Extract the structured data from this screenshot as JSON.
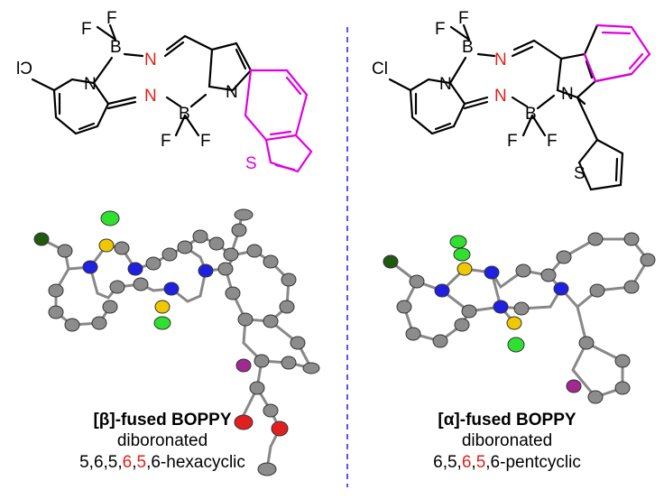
{
  "colors": {
    "bond": "#000000",
    "nitrogen_label": "#e0201a",
    "thiophene": "#e000e0",
    "divider": "#1a1aff",
    "atom_carbon": "#8c8c8c",
    "atom_nitrogen": "#2020e0",
    "atom_boron": "#f0c800",
    "atom_fluorine": "#30e030",
    "atom_chlorine": "#205a10",
    "atom_sulfur": "#a02a90",
    "atom_oxygen": "#e02020"
  },
  "left_panel": {
    "structure_labels": {
      "cl": "Cl",
      "f1": "F",
      "f2": "F",
      "f3": "F",
      "f4": "F",
      "b1": "B",
      "b2": "B",
      "n1": "N",
      "n2": "N",
      "n3": "N",
      "n4": "N",
      "s": "S"
    },
    "caption": {
      "title": "[β]-fused BOPPY",
      "line1": "diboronated",
      "line2_parts": [
        {
          "text": "5,6,5,",
          "color": "#000000"
        },
        {
          "text": "6",
          "color": "#e0201a"
        },
        {
          "text": ",",
          "color": "#000000"
        },
        {
          "text": "5",
          "color": "#e0201a"
        },
        {
          "text": ",6-hexacyclic",
          "color": "#000000"
        }
      ]
    }
  },
  "right_panel": {
    "structure_labels": {
      "cl": "Cl",
      "f1": "F",
      "f2": "F",
      "f3": "F",
      "f4": "F",
      "b1": "B",
      "b2": "B",
      "n1": "N",
      "n2": "N",
      "n3": "N",
      "n4": "N",
      "s": "S"
    },
    "caption": {
      "title": "[α]-fused BOPPY",
      "line1": "diboronated",
      "line2_parts": [
        {
          "text": "6,5,",
          "color": "#000000"
        },
        {
          "text": "6",
          "color": "#e0201a"
        },
        {
          "text": ",",
          "color": "#000000"
        },
        {
          "text": "5",
          "color": "#e0201a"
        },
        {
          "text": ",6-pentcyclic",
          "color": "#000000"
        }
      ]
    }
  }
}
